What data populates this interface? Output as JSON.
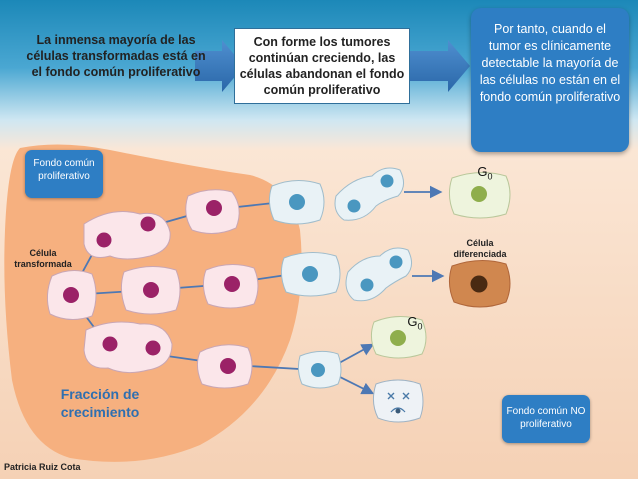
{
  "texts": {
    "left_statement": "La inmensa mayoría de las células transformadas está en el fondo común proliferativo",
    "middle_statement": "Con forme los tumores continúan creciendo, las células abandonan el fondo común proliferativo",
    "right_statement": "Por tanto, cuando el tumor es clínicamente detectable la mayoría de las células no están en el fondo común proliferativo",
    "proliferative_pool": "Fondo común proliferativo",
    "non_proliferative_pool": "Fondo común NO proliferativo",
    "transformed_cell": "Célula transformada",
    "differentiated_cell": "Célula diferenciada",
    "growth_fraction": "Fracción de crecimiento",
    "g0_symbol": "G",
    "g0_subscript": "0",
    "author": "Patricia Ruiz Cota"
  },
  "colors": {
    "proliferative_region": "#f6b07f",
    "cell_fill": "#fbe6ea",
    "proliferating_nucleus": "#9b2267",
    "leaving_cell_fill": "#e9f2f6",
    "leaving_nucleus": "#4a97c0",
    "g0_cell_fill": "#eef4dd",
    "g0_nucleus": "#8fae4c",
    "differentiated_cell_fill": "#d0874f",
    "differentiated_nucleus": "#4a2a12",
    "arrow": "#4d78b4",
    "info_box": "#2e7ec4"
  },
  "icons": {
    "header_arrows": "arrow-right-icon",
    "dead_cell": "dead-cell-icon"
  }
}
